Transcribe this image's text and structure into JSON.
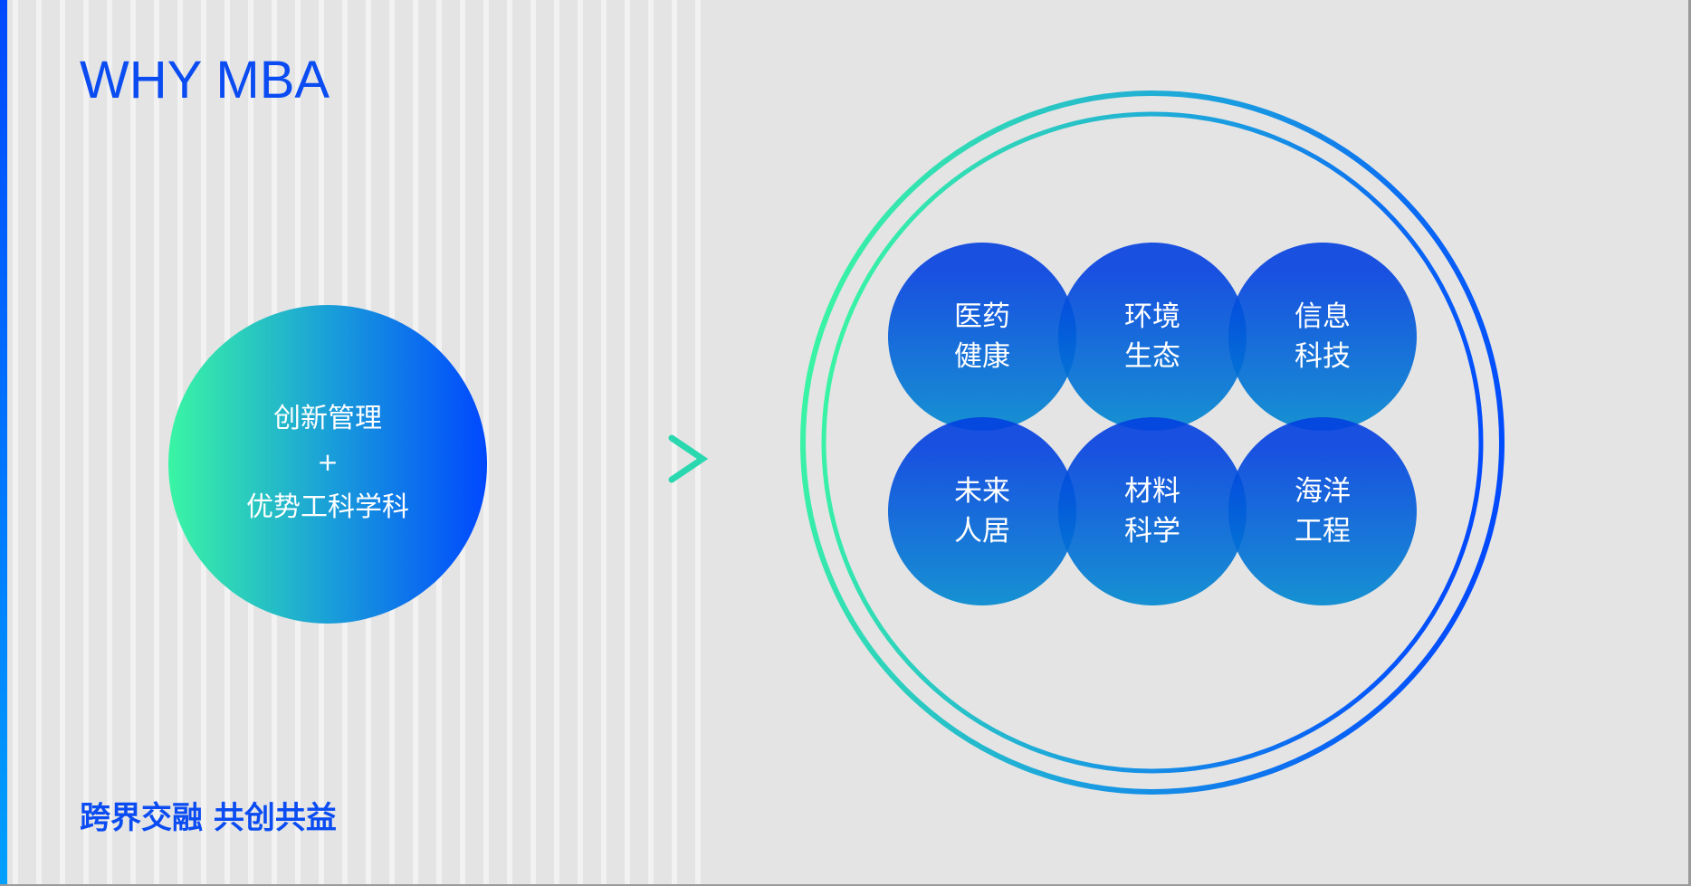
{
  "title": "WHY MBA",
  "source_circle": {
    "line1": "创新管理",
    "plus": "+",
    "line2": "优势工科学科"
  },
  "tagline": "跨界交融 共创共益",
  "fields": [
    {
      "line1": "医药",
      "line2": "健康"
    },
    {
      "line1": "环境",
      "line2": "生态"
    },
    {
      "line1": "信息",
      "line2": "科技"
    },
    {
      "line1": "未来",
      "line2": "人居"
    },
    {
      "line1": "材料",
      "line2": "科学"
    },
    {
      "line1": "海洋",
      "line2": "工程"
    }
  ],
  "colors": {
    "accent": "#0a4cf2",
    "green": "#3af5a4",
    "bg": "#e4e4e4",
    "circle_top": "#0340e0",
    "circle_bottom": "#0088d0"
  }
}
